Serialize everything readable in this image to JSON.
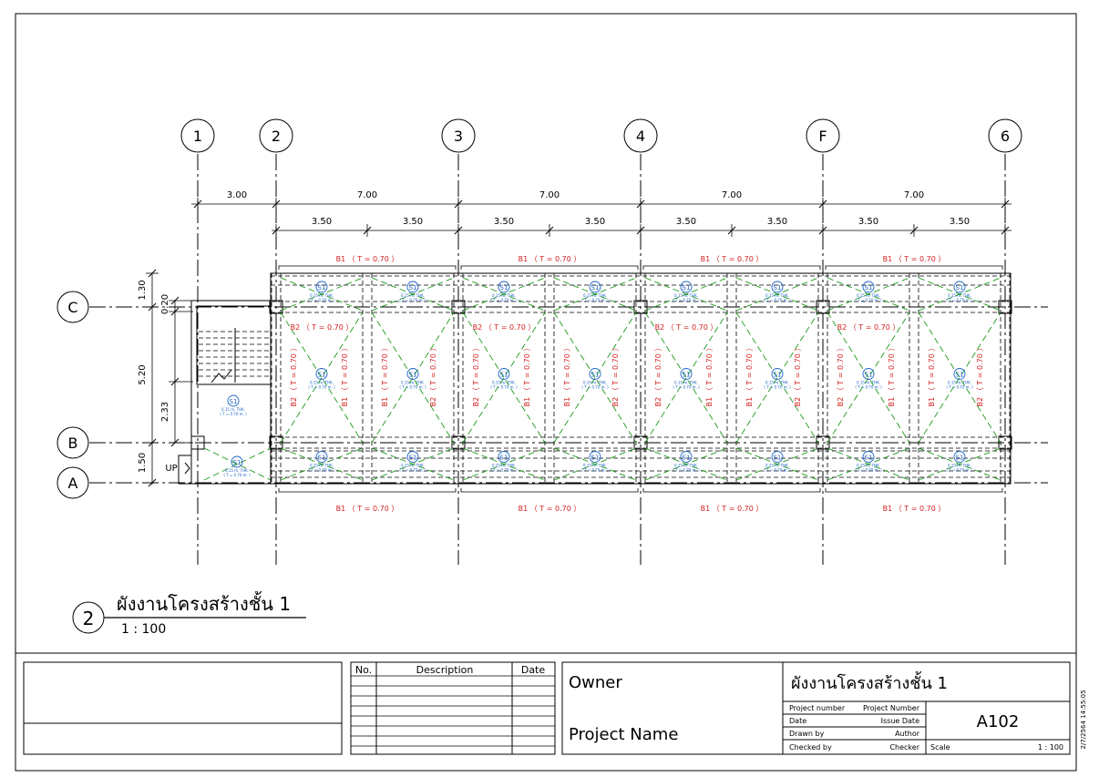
{
  "plan": {
    "view_number": "2",
    "view_title": "ผังงานโครงสร้างชั้น 1",
    "view_scale": "1 : 100",
    "up_label": "UP"
  },
  "grids": {
    "vertical": [
      "1",
      "2",
      "3",
      "4",
      "F",
      "6"
    ],
    "horizontal": [
      "C",
      "B",
      "A"
    ]
  },
  "dimensions": {
    "top_spans": [
      "3.00",
      "7.00",
      "7.00",
      "7.00",
      "7.00"
    ],
    "top_half_spans": [
      "3.50",
      "3.50",
      "3.50",
      "3.50",
      "3.50",
      "3.50",
      "3.50",
      "3.50"
    ],
    "left_outer": [
      "1.30",
      "5.20",
      "1.50"
    ],
    "left_inner": [
      "0.20",
      "2.33"
    ]
  },
  "beams": {
    "b1": "B1 （ T = 0.70 ）",
    "b2": "B2 （ T = 0.70 ）",
    "b1_vert": "B1 （ T = 0.70 ）",
    "b2_vert": "B2 （ T = 0.70 ）"
  },
  "slab": {
    "tag": "S1",
    "note1": "0.15 m. THK.",
    "note2": "( T = 0.70 m. )"
  },
  "revisions": {
    "headers": [
      "No.",
      "Description",
      "Date"
    ]
  },
  "titleblock": {
    "owner": "Owner",
    "project_name": "Project Name",
    "sheet_title": "ผังงานโครงสร้างชั้น 1",
    "project_number_label": "Project number",
    "project_number_value": "Project Number",
    "date_label": "Date",
    "date_value": "Issue Date",
    "drawn_by_label": "Drawn by",
    "drawn_by_value": "Author",
    "checked_by_label": "Checked by",
    "checked_by_value": "Checker",
    "sheet_number": "A102",
    "scale_label": "Scale",
    "scale_value": "1 : 100",
    "timestamp": "2/7/2564 14:55:05"
  }
}
